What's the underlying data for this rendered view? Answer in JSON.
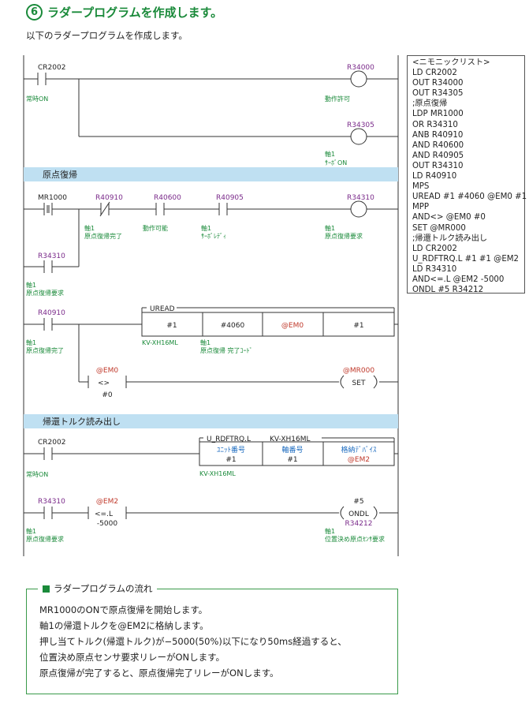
{
  "header": {
    "number": "6",
    "title": "ラダープログラムを作成します。"
  },
  "subtitle": "以下のラダープログラムを作成します。",
  "mnemonic": {
    "title": "<ニモニックリスト>",
    "lines": [
      "LD CR2002",
      "OUT R34000",
      "OUT R34305",
      ";原点復帰",
      "LDP MR1000",
      "OR R34310",
      "ANB R40910",
      "AND R40600",
      "AND R40905",
      "OUT R34310",
      "LD R40910",
      "MPS",
      "UREAD #1 #4060 @EM0 #1",
      "MPP",
      "AND<> @EM0 #0",
      "SET @MR000",
      ";帰還トルク読み出し",
      "LD CR2002",
      "U_RDFTRQ.L #1 #1 @EM2",
      "LD R34310",
      "AND<=.L @EM2 -5000",
      "ONDL #5 R34212"
    ]
  },
  "sections": {
    "s1": "原点復帰",
    "s2": "帰還トルク読み出し"
  },
  "ladder": {
    "cr2002_a": "CR2002",
    "always_on_a": "常時ON",
    "r34000": "R34000",
    "r34000_c": "動作許可",
    "r34305": "R34305",
    "r34305_c1": "軸1",
    "r34305_c2": "ｻｰﾎﾞON",
    "mr1000": "MR1000",
    "r40910_a": "R40910",
    "r40910_a_c1": "軸1",
    "r40910_a_c2": "原点復帰完了",
    "r40600": "R40600",
    "r40600_c": "動作可能",
    "r40905": "R40905",
    "r40905_c1": "軸1",
    "r40905_c2": "ｻｰﾎﾞﾚﾃﾞｨ",
    "r34310_coil": "R34310",
    "r34310_coil_c1": "軸1",
    "r34310_coil_c2": "原点復帰要求",
    "r34310_b": "R34310",
    "r34310_b_c1": "軸1",
    "r34310_b_c2": "原点復帰要求",
    "r40910_b": "R40910",
    "r40910_b_c1": "軸1",
    "r40910_b_c2": "原点復帰完了",
    "uread": "UREAD",
    "uread_a1": "#1",
    "uread_a2": "#4060",
    "uread_a3": "@EM0",
    "uread_a4": "#1",
    "uread_u1": "KV-XH16ML",
    "uread_u2": "軸1",
    "uread_u3": "原点復帰 完了ｺｰﾄﾞ",
    "cmp_dev": "@EM0",
    "cmp_op": "<>",
    "cmp_val": "#0",
    "mr000": "@MR000",
    "set": "SET",
    "cr2002_b": "CR2002",
    "always_on_b": "常時ON",
    "rdf": "U_RDFTRQ.L",
    "rdf_unit": "KV-XH16ML",
    "rdf_h1": "ﾕﾆｯﾄ番号",
    "rdf_v1": "#1",
    "rdf_h2": "軸番号",
    "rdf_v2": "#1",
    "rdf_h3": "格納ﾃﾞﾊﾞｲｽ",
    "rdf_v3": "@EM2",
    "rdf_under": "KV-XH16ML",
    "r34310_c": "R34310",
    "r34310_c_c1": "軸1",
    "r34310_c_c2": "原点復帰要求",
    "cmp2_dev": "@EM2",
    "cmp2_op": "<=.L",
    "cmp2_val": "-5000",
    "ondl_n": "#5",
    "ondl": "ONDL",
    "r34212": "R34212",
    "r34212_c1": "軸1",
    "r34212_c2": "位置決め原点ｾﾝｻ要求"
  },
  "flow": {
    "caption": "ラダープログラムの流れ",
    "lines": [
      "MR1000のONで原点復帰を開始します。",
      "軸1の帰還トルクを@EM2に格納します。",
      "押し当てトルク(帰還トルク)が−5000(50%)以下になり50ms経過すると、",
      "位置決め原点センサ要求リレーがONします。",
      "原点復帰が完了すると、原点復帰完了リレーがONします。"
    ]
  },
  "colors": {
    "accent": "#1a8a3a",
    "device": "#7a2a8a",
    "comment": "#1a8a3a",
    "band": "#bfe0f2",
    "blue": "#1a6abf",
    "red": "#c0392b"
  }
}
